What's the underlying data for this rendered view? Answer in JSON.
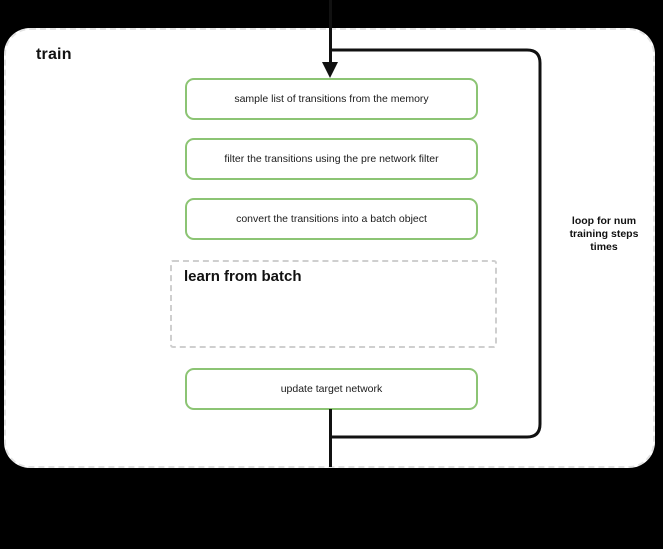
{
  "diagram": {
    "title": "train",
    "background_color": "#000000",
    "container_color": "#ffffff",
    "accent_color": "#8cc474",
    "line_color": "#111111",
    "dashed_border_color": "#e3e3e3",
    "steps": [
      {
        "id": "sample",
        "label": "sample list of transitions from the memory"
      },
      {
        "id": "filter",
        "label": "filter the transitions using the pre network filter"
      },
      {
        "id": "convert",
        "label": "convert the transitions into a batch object"
      },
      {
        "id": "update",
        "label": "update target network"
      }
    ],
    "subblock": {
      "label": "learn from batch",
      "style": "dashed"
    },
    "loop": {
      "caption_line1": "loop for num",
      "caption_line2": "training steps",
      "caption_line3": "times",
      "caption": "loop for num training steps times"
    }
  }
}
